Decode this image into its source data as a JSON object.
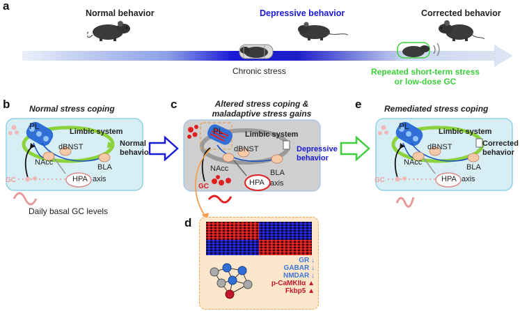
{
  "panel_a": {
    "letter": "a",
    "normal": "Normal behavior",
    "depressive": "Depressive behavior",
    "corrected": "Corrected behavior",
    "chronic_stress": "Chronic stress",
    "intervention_line1": "Repeated short-term stress",
    "intervention_line2": "or low-dose GC"
  },
  "panel_b": {
    "letter": "b",
    "title": "Normal stress coping",
    "pl": "PL",
    "limbic": "Limbic system",
    "dbnst": "dBNST",
    "nacc": "NAcc",
    "bla": "BLA",
    "hpa": "HPA",
    "axis": "axis",
    "gc": "GC",
    "out_line1": "Normal",
    "out_line2": "behavior",
    "footer": "Daily basal GC levels"
  },
  "panel_c": {
    "letter": "c",
    "title_line1": "Altered stress coping &",
    "title_line2": "maladaptive stress gains",
    "pl": "PL",
    "limbic": "Limbic system",
    "dbnst": "dBNST",
    "nacc": "NAcc",
    "bla": "BLA",
    "hpa": "HPA",
    "axis": "axis",
    "gc": "GC",
    "out_line1": "Depressive",
    "out_line2": "behavior"
  },
  "panel_e": {
    "letter": "e",
    "title": "Remediated stress coping",
    "pl": "PL",
    "limbic": "Limbic system",
    "dbnst": "dBNST",
    "nacc": "NAcc",
    "bla": "BLA",
    "hpa": "HPA",
    "axis": "axis",
    "gc": "GC",
    "out_line1": "Corrected",
    "out_line2": "behavior"
  },
  "panel_d": {
    "letter": "d",
    "down": [
      "GR",
      "GABAR",
      "NMDAR"
    ],
    "up": [
      "p-CaMKIIα",
      "Fkbp5"
    ]
  },
  "colors": {
    "depressive": "#1a1ad6",
    "intervention": "#3ccf3c",
    "box_fill": "#d8eef5",
    "box_border": "#8fd0e8",
    "gray_box": "#cfcfcf",
    "gc_red": "#e02020",
    "down_blue": "#3a78d8",
    "up_red": "#c0182a"
  }
}
